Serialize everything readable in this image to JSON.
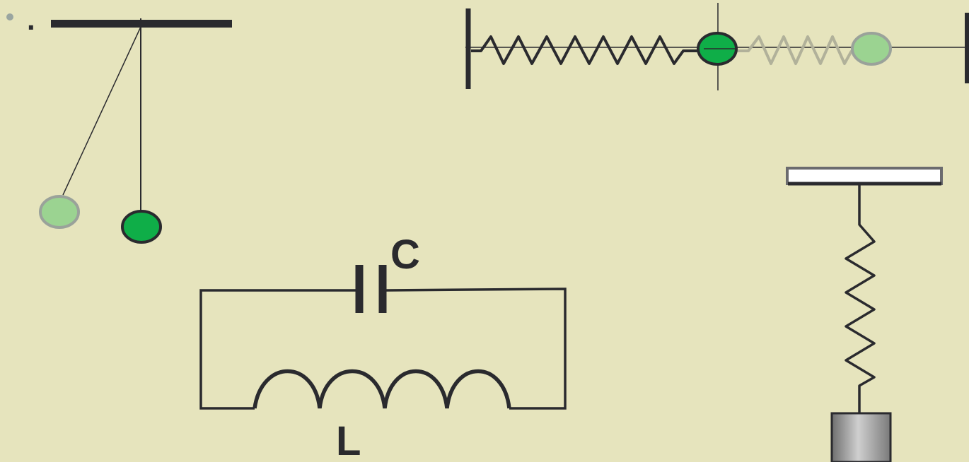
{
  "colors": {
    "background": "#e6e4bd",
    "ink": "#2a2a2e",
    "bob": "#0fae48",
    "bob_ghost": "#9bd391",
    "bob_ghost_stroke": "#9aa29a",
    "bullet": "#9aa5a0"
  },
  "bullet": {
    "text": "."
  },
  "lc_circuit": {
    "capacitor_label": "C",
    "inductor_label": "L"
  },
  "icons": [
    "pendulum",
    "horizontal-spring-oscillator",
    "lc-circuit",
    "vertical-spring-oscillator"
  ]
}
